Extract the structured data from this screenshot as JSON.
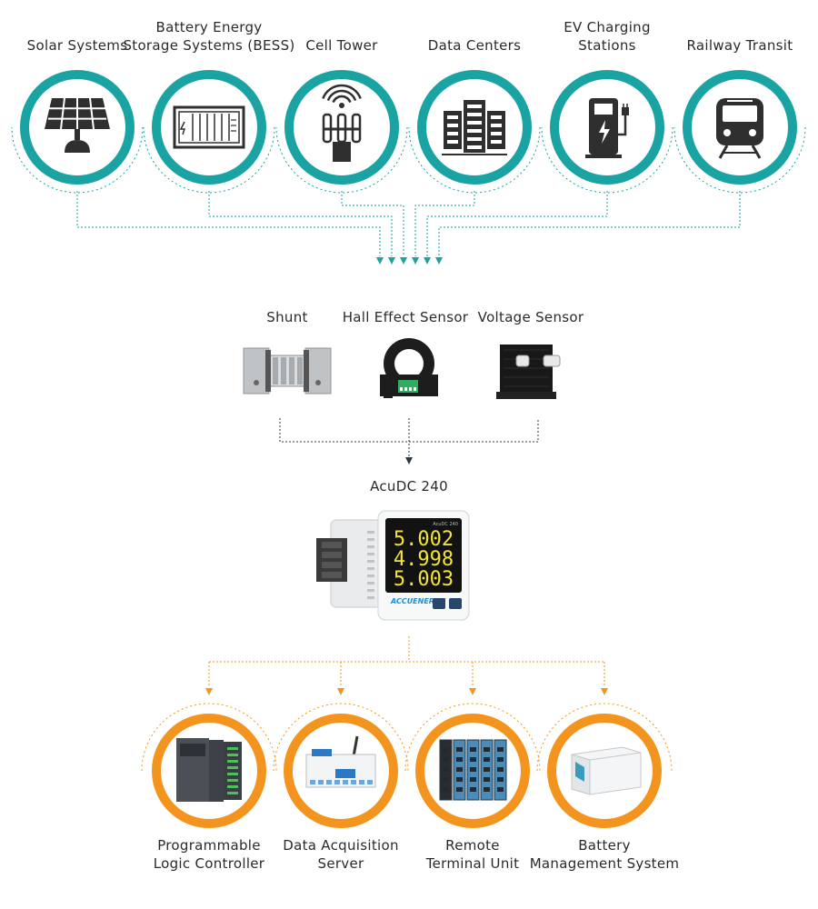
{
  "colors": {
    "teal": "#1aa3a3",
    "orange": "#f3941e",
    "dark": "#2f2f2f",
    "connector": "#2b3a46"
  },
  "applications": [
    {
      "lines": [
        "Solar Systems"
      ],
      "icon": "solar-panel-icon"
    },
    {
      "lines": [
        "Battery Energy",
        "Storage Systems (BESS)"
      ],
      "icon": "battery-rack-icon"
    },
    {
      "lines": [
        "Cell Tower"
      ],
      "icon": "cell-tower-icon"
    },
    {
      "lines": [
        "Data Centers"
      ],
      "icon": "server-rack-icon"
    },
    {
      "lines": [
        "EV Charging",
        "Stations"
      ],
      "icon": "ev-charger-icon"
    },
    {
      "lines": [
        "Railway Transit"
      ],
      "icon": "train-icon"
    }
  ],
  "sensors": [
    {
      "label": "Shunt",
      "icon": "shunt-image"
    },
    {
      "label": "Hall Effect Sensor",
      "icon": "hall-effect-sensor-image"
    },
    {
      "label": "Voltage Sensor",
      "icon": "voltage-sensor-image"
    }
  ],
  "meter": {
    "label": "AcuDC 240",
    "brand": "ACCUENERGY",
    "model": "AcuDC 240",
    "readings": [
      "5.002",
      "4.998",
      "5.003"
    ]
  },
  "outputs": [
    {
      "lines": [
        "Programmable",
        "Logic Controller"
      ],
      "icon": "plc-image"
    },
    {
      "lines": [
        "Data Acquisition",
        "Server"
      ],
      "icon": "data-acquisition-server-image"
    },
    {
      "lines": [
        "Remote",
        "Terminal Unit"
      ],
      "icon": "rtu-image"
    },
    {
      "lines": [
        "Battery",
        "Management System"
      ],
      "icon": "bms-image"
    }
  ]
}
